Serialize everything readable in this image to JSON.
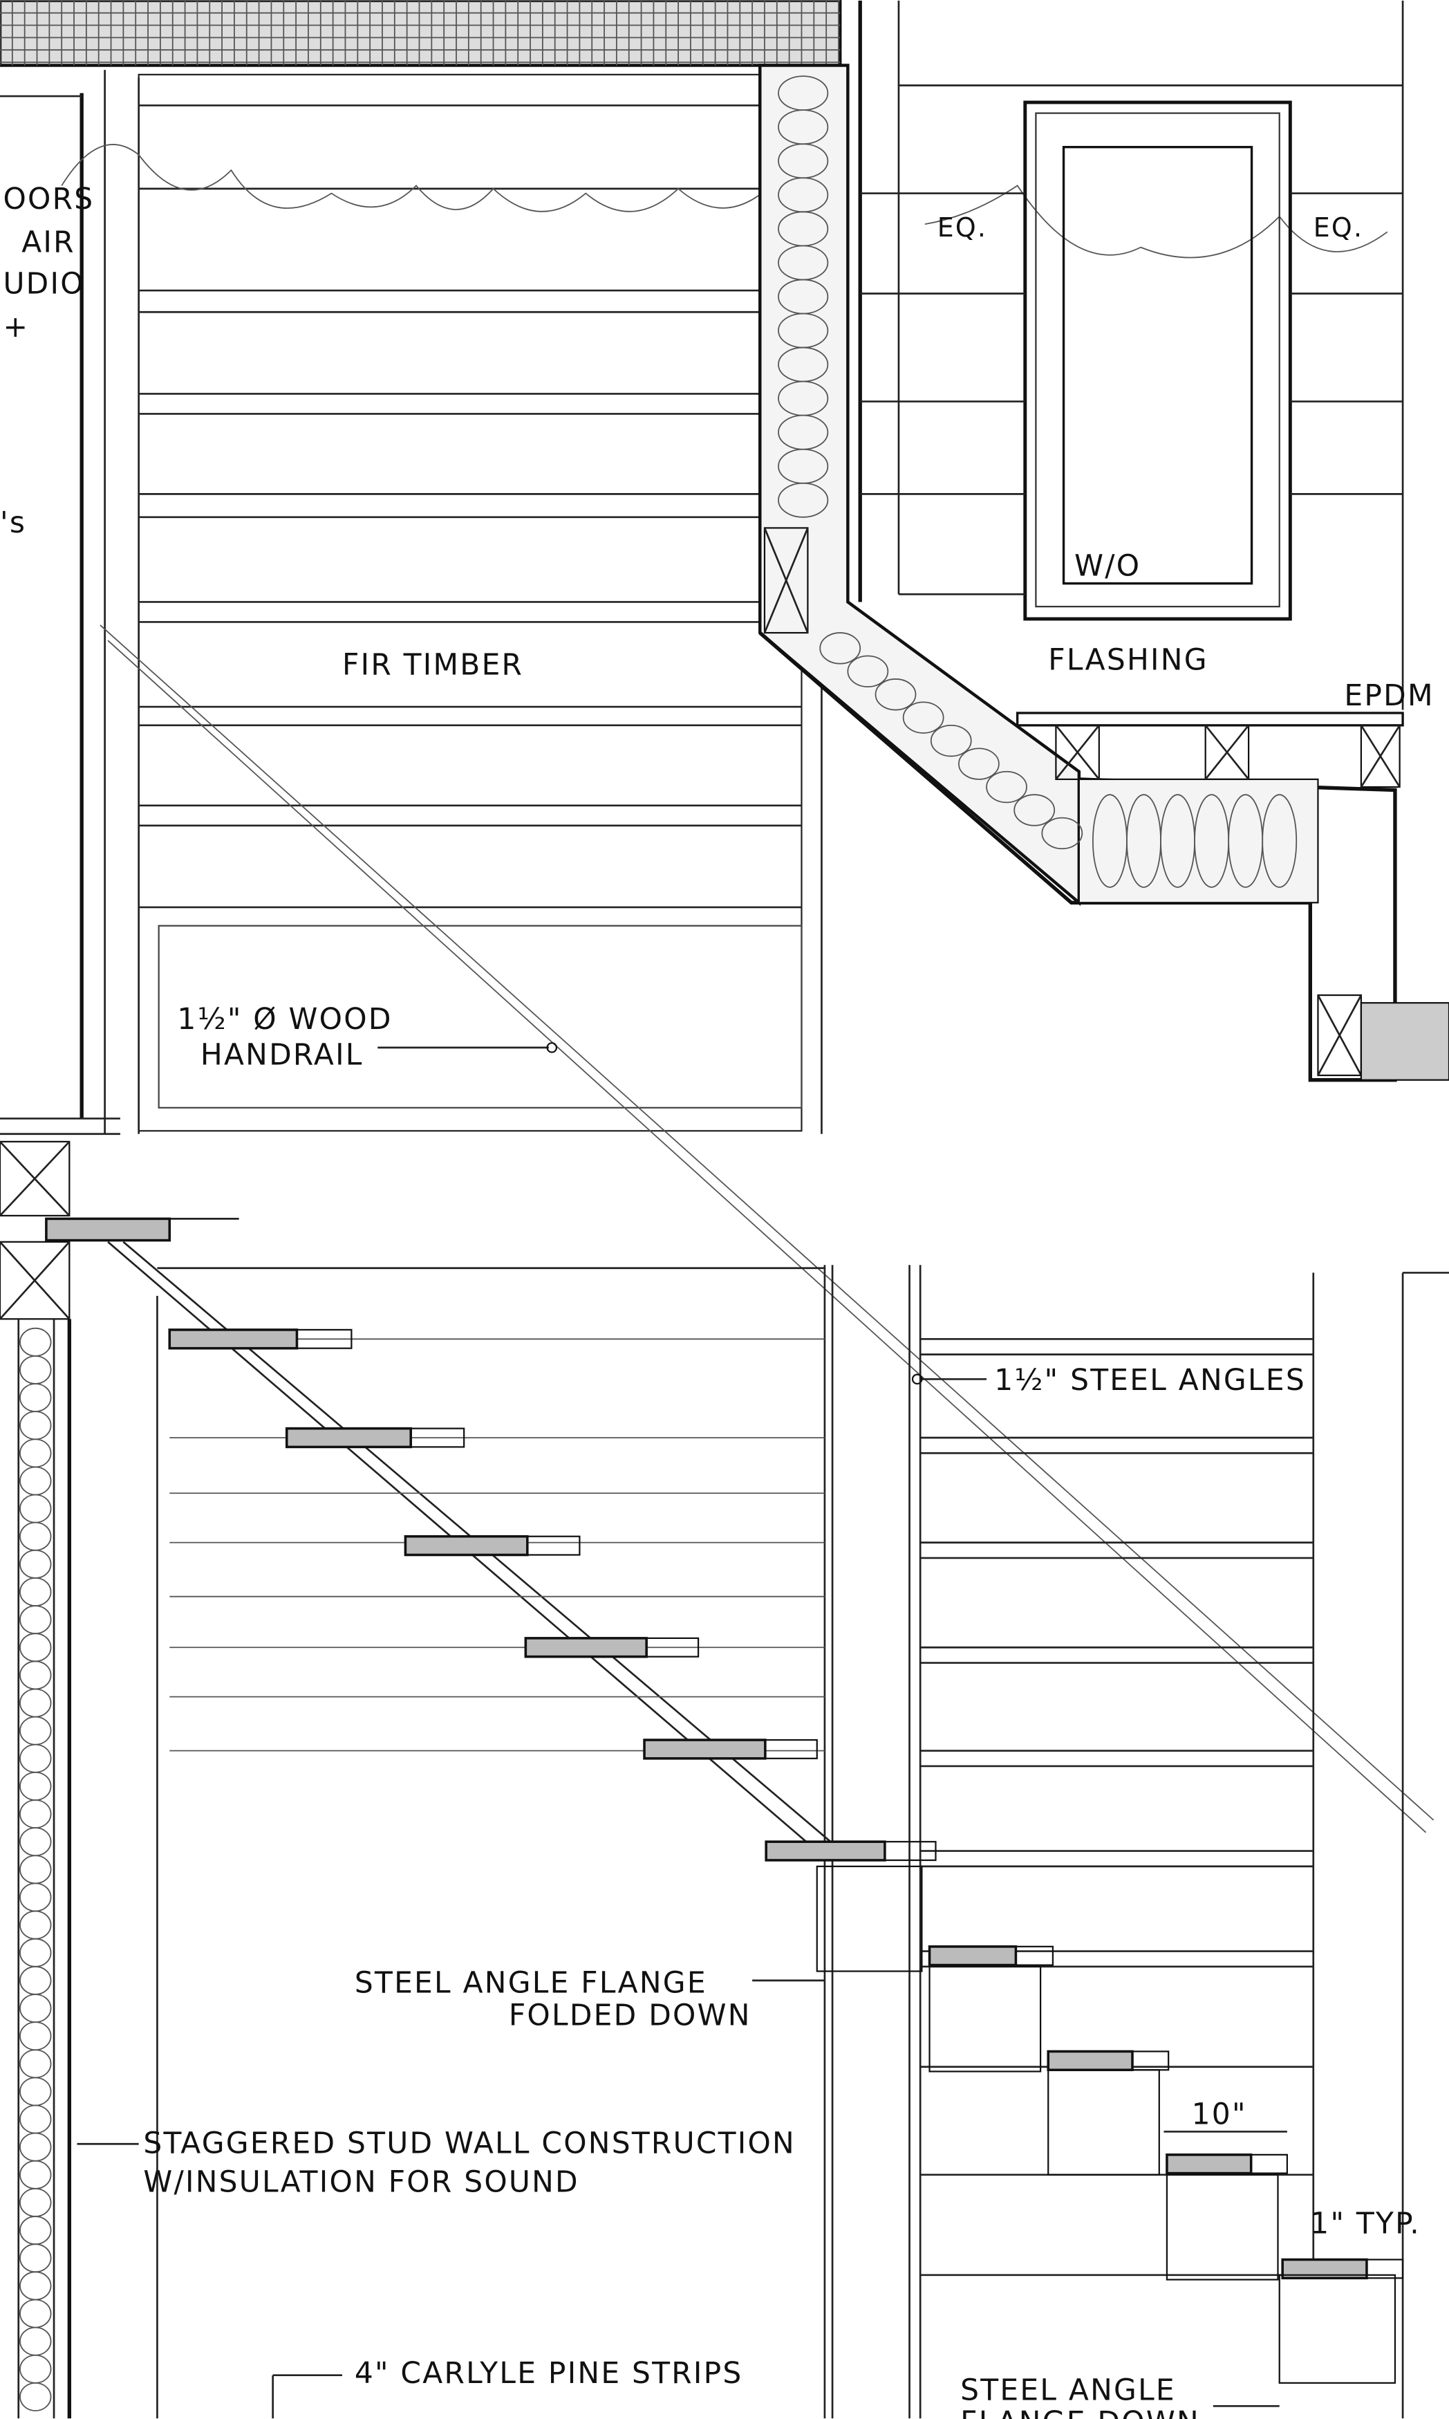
{
  "drawing": {
    "left_note": [
      "OORS",
      "AIR",
      "UDIO",
      "+",
      "'s"
    ],
    "window": {
      "eq_left": "EQ.",
      "eq_right": "EQ.",
      "tag": "W/O"
    },
    "flashing": "FLASHING",
    "epdm": "EPDM",
    "fir_timber": "FIR TIMBER",
    "handrail": [
      "1½\" Ø WOOD",
      "HANDRAIL"
    ],
    "steel_angles": "1½\" STEEL ANGLES",
    "flange_folded": [
      "STEEL ANGLE FLANGE",
      "FOLDED DOWN"
    ],
    "tread_depth": "10\"",
    "typ": "1\" TYP.",
    "stud_wall": [
      "STAGGERED STUD WALL CONSTRUCTION",
      "W/INSULATION FOR SOUND"
    ],
    "pine_strips": "4\" CARLYLE PINE STRIPS",
    "flange_down": [
      "STEEL ANGLE",
      "FLANGE DOWN"
    ]
  },
  "colors": {
    "ink": "#111111",
    "paper": "#ffffff",
    "tread_fill": "#bbbbbb"
  }
}
